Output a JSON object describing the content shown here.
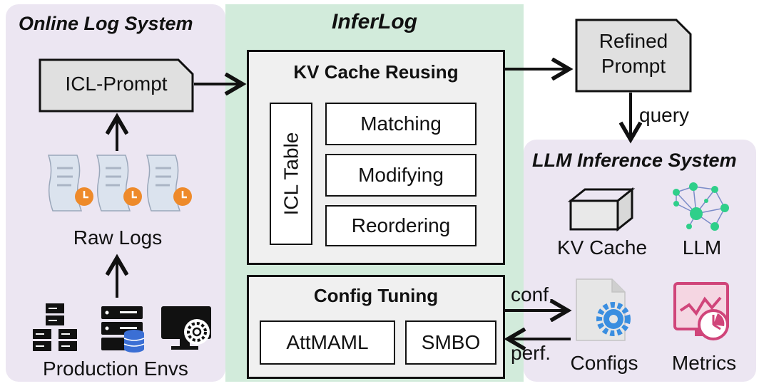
{
  "sections": {
    "online_log_system": "Online Log System",
    "inferlog": "InferLog",
    "llm_inference_system": "LLM Inference System"
  },
  "online": {
    "icl_prompt": "ICL-Prompt",
    "raw_logs": "Raw Logs",
    "production_envs": "Production Envs"
  },
  "kv_reuse": {
    "title": "KV Cache Reusing",
    "icl_table": "ICL Table",
    "steps": [
      "Matching",
      "Modifying",
      "Reordering"
    ]
  },
  "config_tuning": {
    "title": "Config Tuning",
    "methods": [
      "AttMAML",
      "SMBO"
    ]
  },
  "refined_prompt": "Refined Prompt",
  "edges": {
    "query": "query",
    "conf": "conf.",
    "perf": "perf."
  },
  "llm_system": {
    "kv_cache": "KV Cache",
    "llm": "LLM",
    "configs": "Configs",
    "metrics": "Metrics"
  },
  "colors": {
    "left_panel": "#ece6f2",
    "mid_panel": "#d2ebdb",
    "right_panel": "#ece6f2",
    "log_clock": "#ee8a2a",
    "llm_node": "#2fcf8a",
    "gear": "#3a8ee0",
    "metrics": "#d0457a",
    "database": "#3b6fd4"
  }
}
